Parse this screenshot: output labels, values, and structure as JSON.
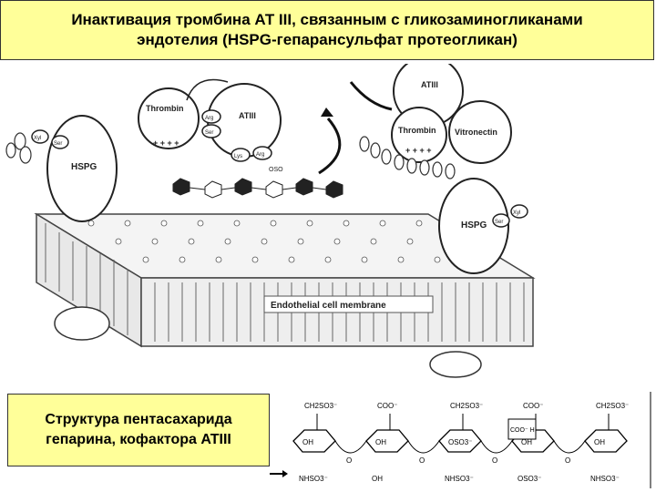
{
  "title": {
    "line1": "Инактивация тромбина АТ III, связанным с гликозаминогликанами",
    "line2": "эндотелия (HSPG-гепарансульфат протеогликан)"
  },
  "figure": {
    "left_complex": {
      "thrombin": "Thrombin",
      "atiii": "ATIII",
      "arg": "Arg",
      "ser": "Ser",
      "lys": "Lys",
      "arg2": "Arg",
      "oso3": "OSO",
      "charges": "+ + + +"
    },
    "right_complex": {
      "atiii": "ATIII",
      "thrombin": "Thrombin",
      "vitronectin": "Vitronectin",
      "charges": "+ + + +"
    },
    "hspg_left": {
      "label": "HSPG",
      "ser": "Ser",
      "xyl": "Xyl"
    },
    "hspg_right": {
      "label": "HSPG",
      "ser": "Ser",
      "xyl": "Xyl"
    },
    "membrane_label": "Endothelial cell membrane"
  },
  "caption": {
    "line1": "Структура пентасахарида",
    "line2": "гепарина, кофактора ATIII"
  },
  "chemistry": {
    "top_groups": [
      "CH2SO3⁻",
      "COO⁻",
      "CH2SO3⁻",
      "COO⁻",
      "CH2SO3⁻"
    ],
    "ring_groups": [
      "OH",
      "OH",
      "OSO3⁻",
      "OH",
      "OH"
    ],
    "bottom_groups": [
      "NHSO3⁻",
      "OH",
      "NHSO3⁻",
      "OSO3⁻",
      "NHSO3⁻"
    ],
    "box_label": "COO⁻ H"
  },
  "colors": {
    "title_bg": "#ffff99",
    "caption_bg": "#ffff99"
  }
}
